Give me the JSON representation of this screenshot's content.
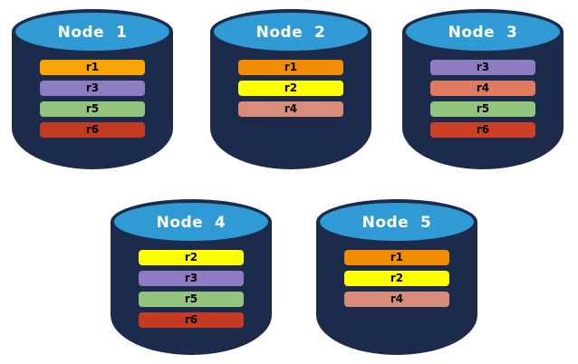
{
  "diagram": {
    "background": "#FFFFFF",
    "cylinder_body_color": "#1C2B4C",
    "cylinder_top_color": "#2F9AD3",
    "title_text_color": "#FFFFFF",
    "bar_text_color": "#000000",
    "nodes": [
      {
        "title": "Node  1",
        "bars": [
          {
            "label": "r1",
            "color": "#F9A602"
          },
          {
            "label": "r3",
            "color": "#8E7CC3"
          },
          {
            "label": "r5",
            "color": "#93C47D"
          },
          {
            "label": "r6",
            "color": "#C53B22"
          }
        ]
      },
      {
        "title": "Node  2",
        "bars": [
          {
            "label": "r1",
            "color": "#F28C00"
          },
          {
            "label": "r2",
            "color": "#FFFF00"
          },
          {
            "label": "r4",
            "color": "#D98C7A"
          }
        ]
      },
      {
        "title": "Node  3",
        "bars": [
          {
            "label": "r3",
            "color": "#8E7CC3"
          },
          {
            "label": "r4",
            "color": "#E07B5F"
          },
          {
            "label": "r5",
            "color": "#93C47D"
          },
          {
            "label": "r6",
            "color": "#CC4125"
          }
        ]
      },
      {
        "title": "Node  4",
        "bars": [
          {
            "label": "r2",
            "color": "#FFFF00"
          },
          {
            "label": "r3",
            "color": "#8E7CC3"
          },
          {
            "label": "r5",
            "color": "#93C47D"
          },
          {
            "label": "r6",
            "color": "#C53B22"
          }
        ]
      },
      {
        "title": "Node  5",
        "bars": [
          {
            "label": "r1",
            "color": "#F28C00"
          },
          {
            "label": "r2",
            "color": "#FFFF00"
          },
          {
            "label": "r4",
            "color": "#D98C7A"
          }
        ]
      }
    ]
  }
}
